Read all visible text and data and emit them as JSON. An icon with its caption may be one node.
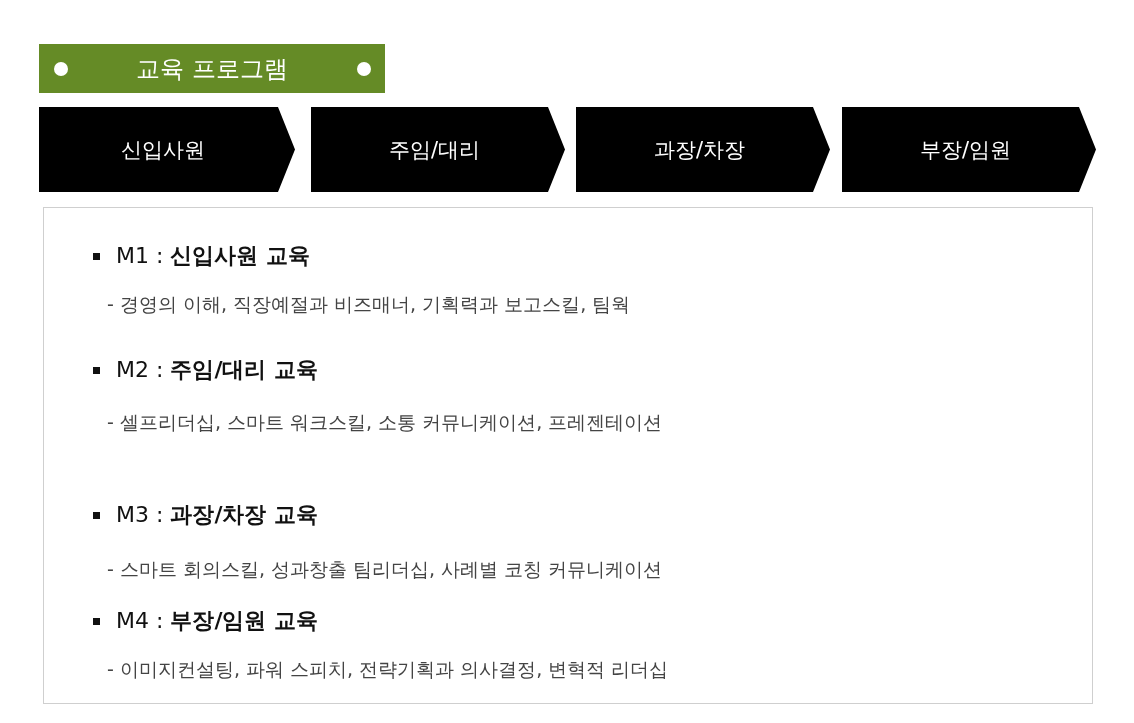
{
  "diagram": {
    "title": "교육 프로그램",
    "nodes": [
      {
        "text": [
          "신입사원"
        ]
      },
      {
        "text": [
          "주임/대리"
        ]
      },
      {
        "text": [
          "과장/차장"
        ]
      },
      {
        "text": [
          "부장/임원"
        ]
      },
      {
        "text": [
          "M1 : **신입사원 교육**",
          "- 경영의 이해, 직장예절과 비즈매너, 기획력과 보고스킬, 팀웍",
          "M2 : **주임/대리 교육**",
          "- 셀프리더십, 스마트 워크스킬, 소통 커뮤니케이션, 프레젠테이션"
        ]
      },
      {
        "text": [
          "M3 : **과장/차장 교육**",
          "- 스마트 회의스킬, 성과창출 팀리더십, 사례별 코칭 커뮤니케이션",
          "M4 : **부장/임원 교육**",
          "- 이미지컨설팅, 파워 스피치, 전략기획과 의사결정, 변혁적 리더십"
        ]
      }
    ]
  }
}
